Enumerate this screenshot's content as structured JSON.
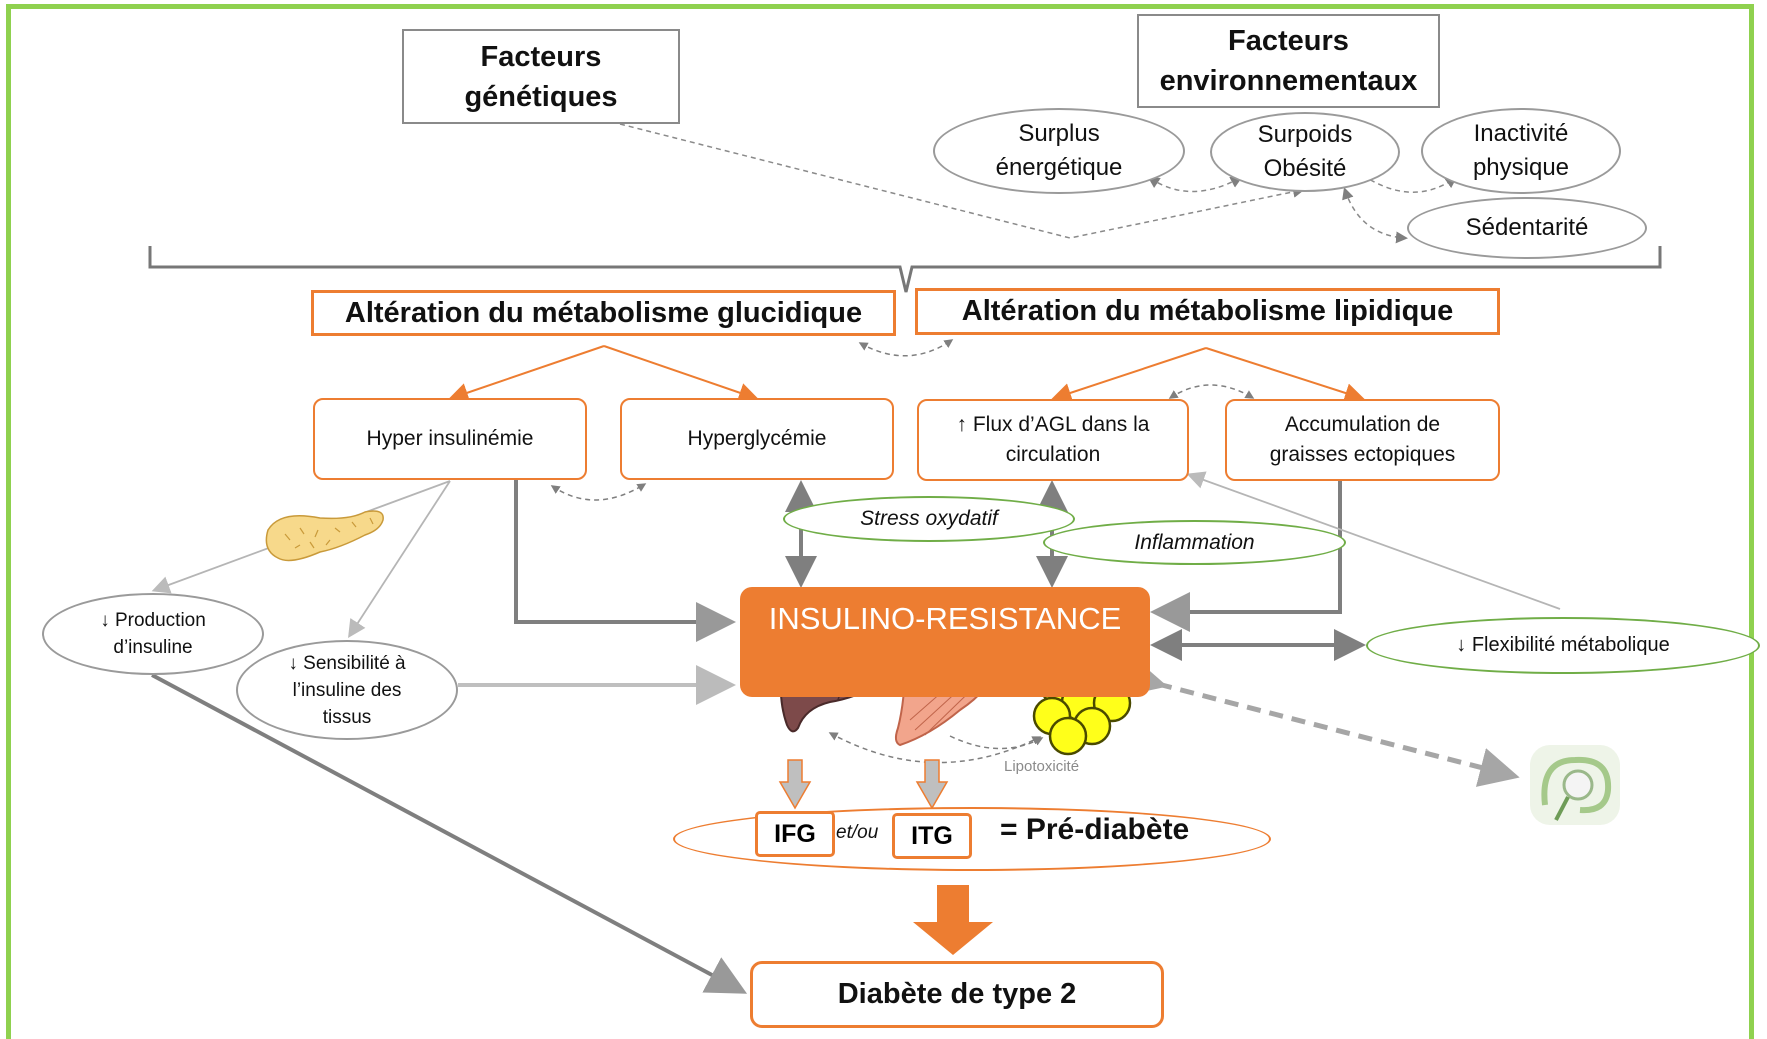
{
  "factors": {
    "genetic": "Facteurs génétiques",
    "environmental": "Facteurs environnementaux",
    "surplus": "Surplus énergétique",
    "obesity": "Surpoids Obésité",
    "inactivity": "Inactivité physique",
    "sedentary": "Sédentarité"
  },
  "alterations": {
    "glucidique": "Altération du métabolisme glucidique",
    "lipidique": "Altération du métabolisme lipidique"
  },
  "mechanisms": {
    "hyperinsulinemia": "Hyper insulinémie",
    "hyperglycemia": "Hyperglycémie",
    "agl_flux": "↑ Flux d’AGL dans la circulation",
    "ectopic_fat": "Accumulation de graisses ectopiques"
  },
  "modulators": {
    "oxidative_stress": "Stress oxydatif",
    "inflammation": "Inflammation"
  },
  "central": {
    "insulin_resistance": "INSULINO-RESISTANCE",
    "lipotoxicity": "Lipotoxicité"
  },
  "effects": {
    "insulin_production": "↓ Production d’insuline",
    "tissue_sensitivity": "↓ Sensibilité à l’insuline des tissus",
    "metabolic_flexibility": "↓ Flexibilité métabolique"
  },
  "prediabetes": {
    "ifg": "IFG",
    "connector": "et/ou",
    "itg": "ITG",
    "label": "= Pré-diabète"
  },
  "outcome": {
    "t2d": "Diabète de type 2"
  },
  "colors": {
    "frame": "#8fd14f",
    "orange": "#ed7d31",
    "green": "#70ad47",
    "gray": "#8a8a8a"
  }
}
